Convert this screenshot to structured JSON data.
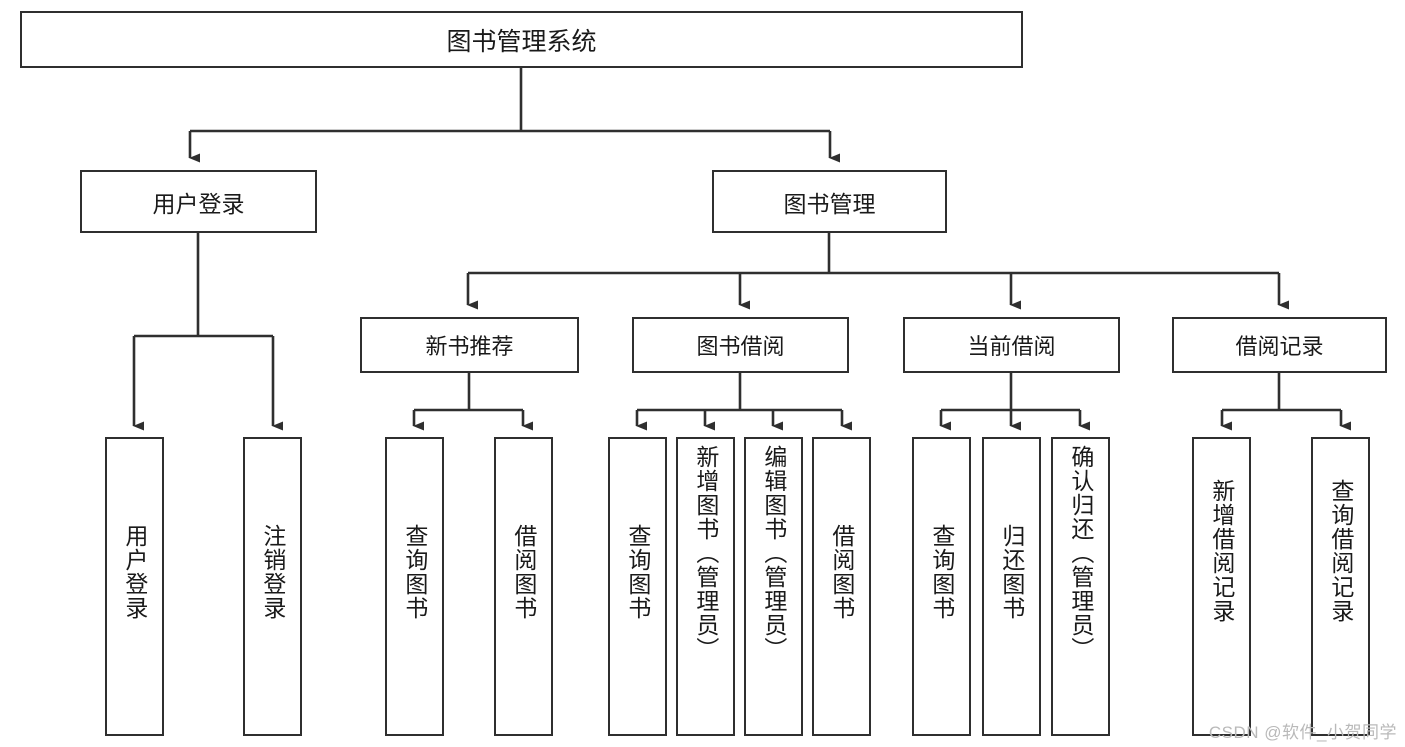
{
  "diagram": {
    "type": "tree-hierarchy-chart",
    "title": "图书管理系统",
    "root": {
      "id": "root",
      "label": "图书管理系统"
    },
    "level1": [
      {
        "id": "user-login",
        "label": "用户登录"
      },
      {
        "id": "book-manage",
        "label": "图书管理"
      }
    ],
    "level2": [
      {
        "id": "new-book-recommend",
        "label": "新书推荐",
        "parent": "book-manage"
      },
      {
        "id": "book-borrow",
        "label": "图书借阅",
        "parent": "book-manage"
      },
      {
        "id": "current-borrow",
        "label": "当前借阅",
        "parent": "book-manage"
      },
      {
        "id": "borrow-record",
        "label": "借阅记录",
        "parent": "book-manage"
      }
    ],
    "leaves": [
      {
        "id": "leaf-user-login",
        "label": "用户登录",
        "parent": "user-login"
      },
      {
        "id": "leaf-user-logout",
        "label": "注销登录",
        "parent": "user-login"
      },
      {
        "id": "leaf-query-book-1",
        "label": "查询图书",
        "parent": "new-book-recommend"
      },
      {
        "id": "leaf-borrow-book-1",
        "label": "借阅图书",
        "parent": "new-book-recommend"
      },
      {
        "id": "leaf-query-book-2",
        "label": "查询图书",
        "parent": "book-borrow"
      },
      {
        "id": "leaf-add-book",
        "label": "新增图书（管理员）",
        "parent": "book-borrow"
      },
      {
        "id": "leaf-edit-book",
        "label": "编辑图书（管理员）",
        "parent": "book-borrow"
      },
      {
        "id": "leaf-borrow-book-2",
        "label": "借阅图书",
        "parent": "book-borrow"
      },
      {
        "id": "leaf-query-book-3",
        "label": "查询图书",
        "parent": "current-borrow"
      },
      {
        "id": "leaf-return-book",
        "label": "归还图书",
        "parent": "current-borrow"
      },
      {
        "id": "leaf-confirm-return",
        "label": "确认归还（管理员）",
        "parent": "current-borrow"
      },
      {
        "id": "leaf-add-record",
        "label": "新增借阅记录",
        "parent": "borrow-record"
      },
      {
        "id": "leaf-query-record",
        "label": "查询借阅记录",
        "parent": "borrow-record"
      }
    ]
  },
  "watermark": {
    "text": "CSDN @软件_小贺同学"
  },
  "colors": {
    "stroke": "#2f2f2f",
    "fill": "#ffffff",
    "text": "#1a1a1a",
    "watermark": "#b9b9b9"
  }
}
